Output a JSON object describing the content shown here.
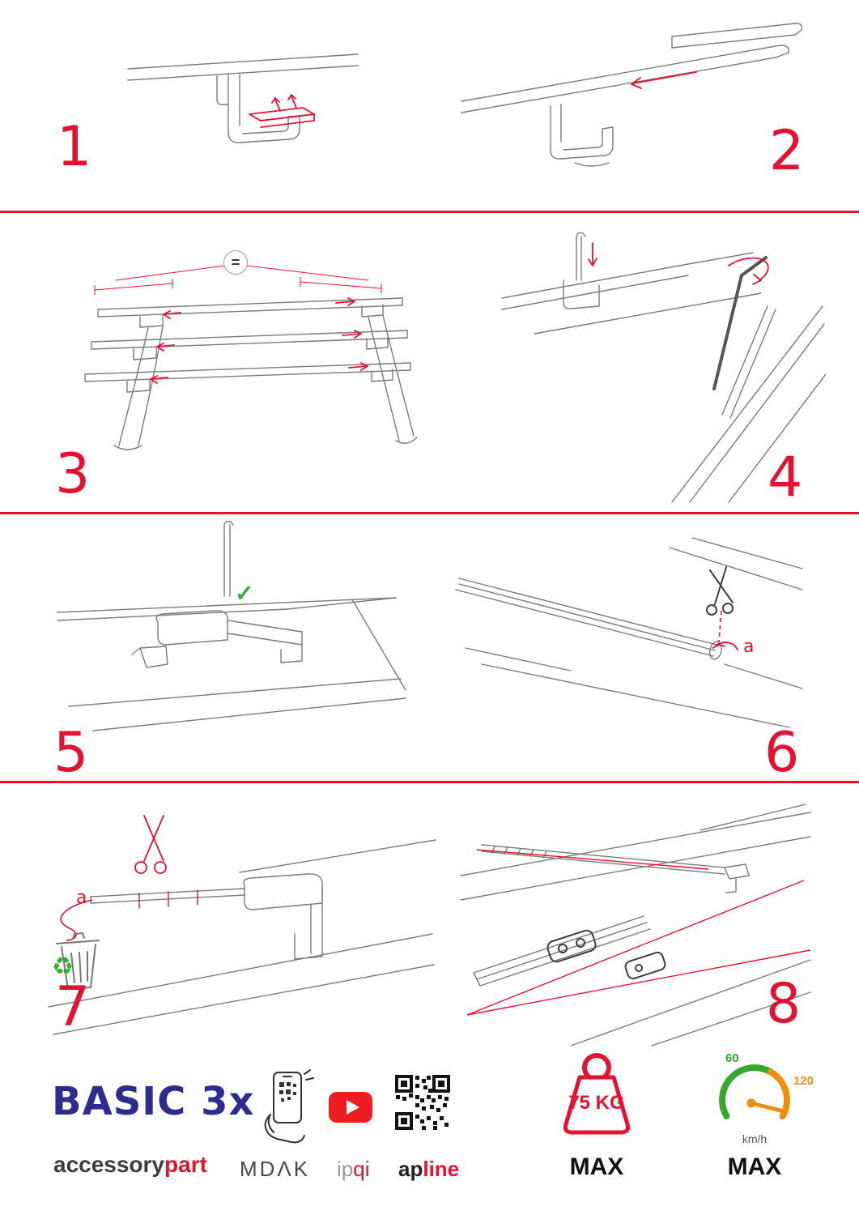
{
  "colors": {
    "accent_red": "#e31230",
    "brand_blue": "#2e2d8f",
    "green": "#35a82f",
    "orange": "#ef8e0e"
  },
  "steps": [
    {
      "number": "1"
    },
    {
      "number": "2"
    },
    {
      "number": "3"
    },
    {
      "number": "4"
    },
    {
      "number": "5"
    },
    {
      "number": "6"
    },
    {
      "number": "7"
    },
    {
      "number": "8"
    }
  ],
  "annotations": {
    "equal_spacing": "=",
    "check": "✓",
    "cut_label": "a",
    "recycle_glyph": "♻"
  },
  "footer": {
    "product_name": "BASIC 3x",
    "brand_black": "accessory",
    "brand_red": "part",
    "app_name": "MDΛK",
    "channel_gray": "ip",
    "channel_red": "qi",
    "qr_black": "ap",
    "qr_red": "line",
    "weight_limit": "75 KG",
    "weight_max": "MAX",
    "speed_low": "60",
    "speed_high": "120",
    "speed_unit": "km/h",
    "speed_max": "MAX"
  }
}
